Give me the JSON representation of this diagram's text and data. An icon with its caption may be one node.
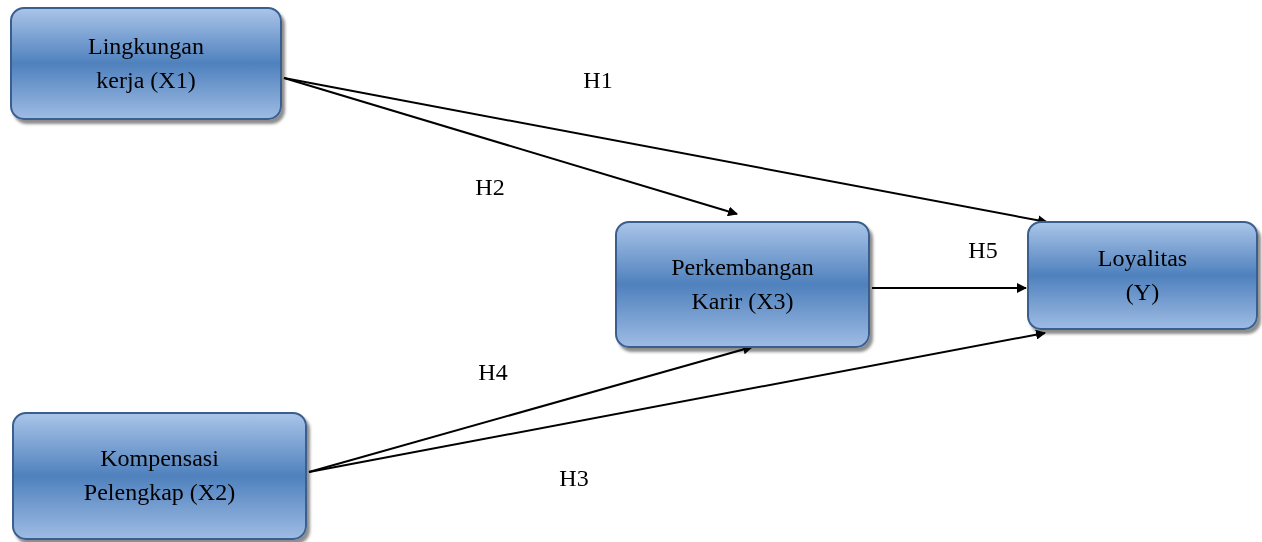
{
  "diagram": {
    "nodes": [
      {
        "text": [
          "Lingkungan kerja (X1)"
        ]
      },
      {
        "text": [
          "Perkembangan Karir (X3)"
        ]
      },
      {
        "text": [
          "Loyalitas (Y)"
        ]
      },
      {
        "text": [
          "Kompensasi Pelengkap (X2)"
        ]
      }
    ],
    "edges": [
      {
        "from": 0,
        "to": 2,
        "arrow": "to",
        "label": "H1"
      },
      {
        "from": 0,
        "to": 1,
        "arrow": "to",
        "label": "H2"
      },
      {
        "from": 3,
        "to": 2,
        "arrow": "to",
        "label": "H3"
      },
      {
        "from": 3,
        "to": 1,
        "arrow": "to",
        "label": "H4"
      },
      {
        "from": 1,
        "to": 2,
        "arrow": "to",
        "label": "H5"
      }
    ]
  }
}
